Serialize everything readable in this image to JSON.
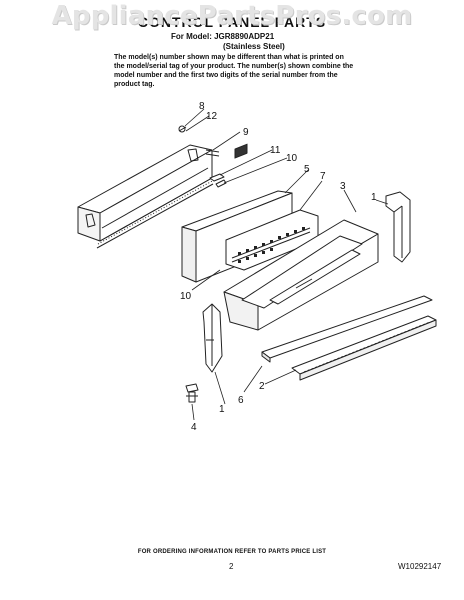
{
  "watermark": "AppliancePartsPros.com",
  "header": {
    "title": "CONTROL PANEL PARTS",
    "model_line": "For Model: JGR8890ADP21",
    "variant": "(Stainless Steel)",
    "notice": "The model(s) number shown may be different than what is printed on the model/serial tag of your product. The number(s) shown combine the model number and the first two digits of the serial number from the product tag."
  },
  "callouts": {
    "c8": "8",
    "c12": "12",
    "c9": "9",
    "c11": "11",
    "c10_top": "10",
    "c5": "5",
    "c7": "7",
    "c3": "3",
    "c1_right": "1",
    "c10_left": "10",
    "c6": "6",
    "c2": "2",
    "c1_left": "1",
    "c4": "4"
  },
  "footer": {
    "ordering_note": "FOR ORDERING INFORMATION REFER TO PARTS PRICE LIST",
    "page_number": "2",
    "doc_number": "W10292147"
  }
}
